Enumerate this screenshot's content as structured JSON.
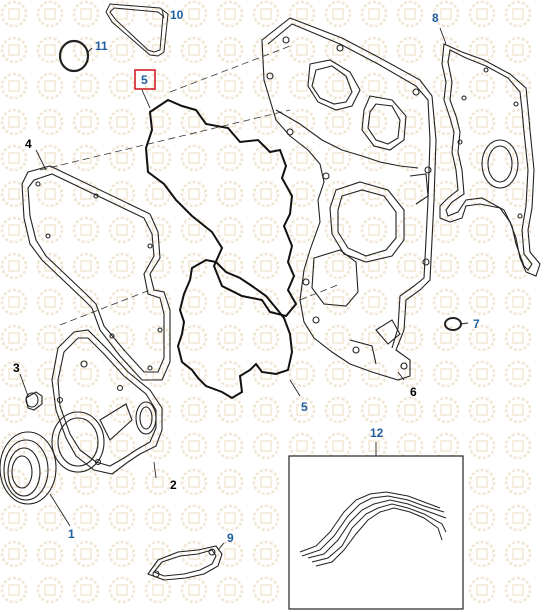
{
  "labels": {
    "l1": "1",
    "l2": "2",
    "l3": "3",
    "l4": "4",
    "l5a": "5",
    "l5b": "5",
    "l6": "6",
    "l7": "7",
    "l8": "8",
    "l9": "9",
    "l10": "10",
    "l11": "11",
    "l12": "12"
  },
  "colors": {
    "callout_blue": "#1f5fa0",
    "callout_black": "#000000",
    "highlight_box": "#d0202a",
    "line_art": "#222222",
    "watermark": "#e6d2ad"
  },
  "watermark_icon": "gear-logo-icon"
}
